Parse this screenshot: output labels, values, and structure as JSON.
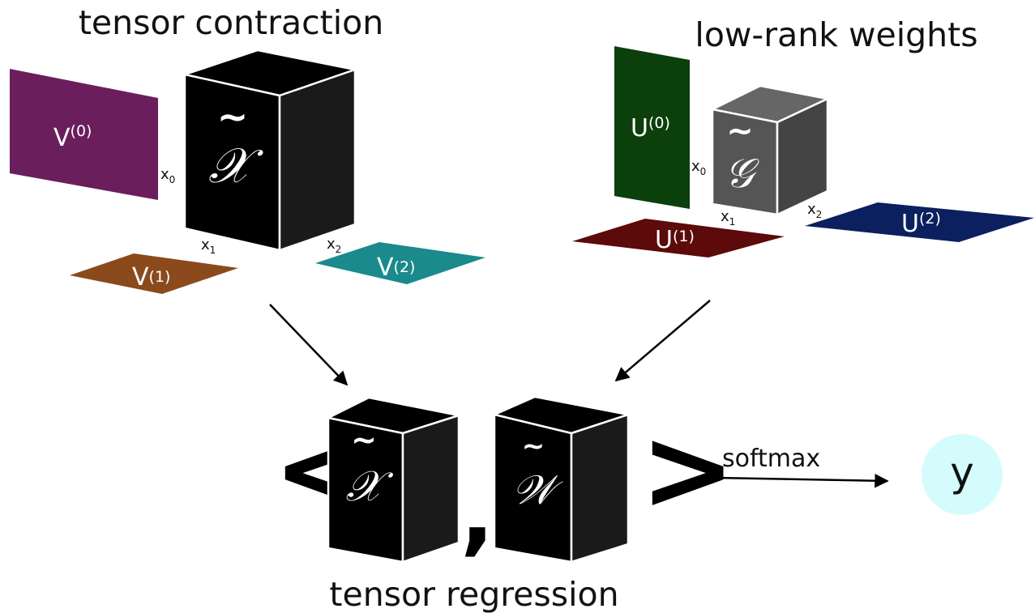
{
  "titles": {
    "left": "tensor contraction",
    "right": "low-rank weights",
    "bottom": "tensor regression"
  },
  "left_factors": {
    "v0": {
      "base": "V",
      "sup": "(0)",
      "color": "#6a1e5c"
    },
    "v1": {
      "base": "V",
      "sup": "(1)",
      "color": "#8b4a1c"
    },
    "v2": {
      "base": "V",
      "sup": "(2)",
      "color": "#1a8a8c"
    }
  },
  "right_factors": {
    "u0": {
      "base": "U",
      "sup": "(0)",
      "color": "#0b3f0b"
    },
    "u1": {
      "base": "U",
      "sup": "(1)",
      "color": "#5c0a0a"
    },
    "u2": {
      "base": "U",
      "sup": "(2)",
      "color": "#0c1f5e"
    }
  },
  "mode_labels": {
    "base": "x",
    "sub0": "0",
    "sub1": "1",
    "sub2": "2"
  },
  "symbols": {
    "left_cube": "𝒳",
    "core_cube": "𝒢",
    "regression_left": "𝒳",
    "regression_right": "𝒲",
    "tilde": "~"
  },
  "colors": {
    "cube_black": "#000000",
    "cube_side": "#1a1a1a",
    "core_front": "#555555",
    "core_side": "#444444",
    "core_top": "#666666",
    "output_circle": "#d4fcfc"
  },
  "regression": {
    "open_bracket": "<",
    "close_bracket": ">",
    "comma": ","
  },
  "softmax": "softmax",
  "output": "y"
}
